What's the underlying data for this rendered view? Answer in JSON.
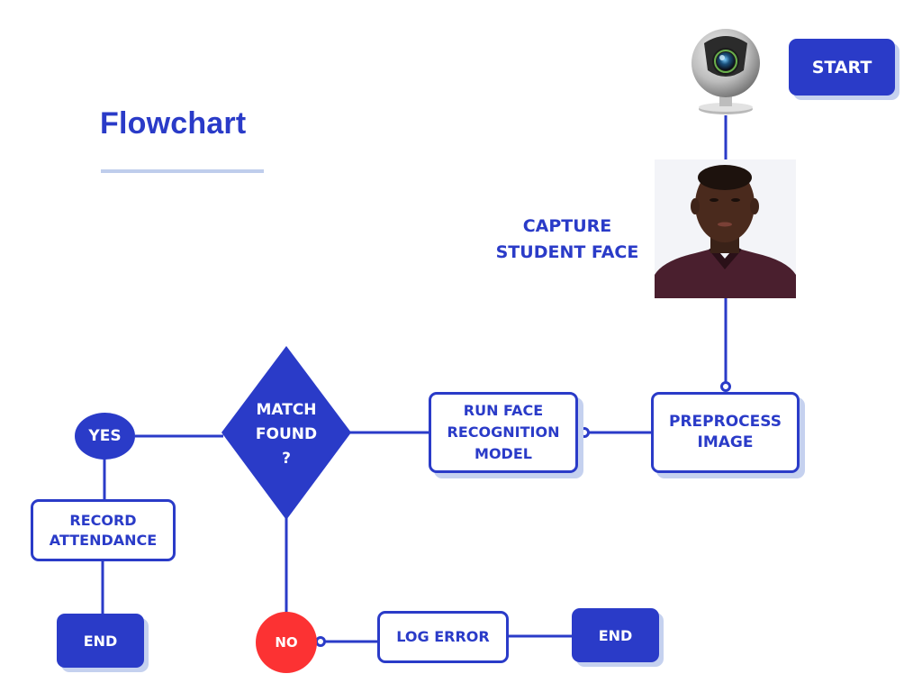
{
  "page": {
    "title": "Flowchart",
    "colors": {
      "primary": "#2a3bc8",
      "shadow": "#c5d1ef",
      "underline": "#bfcdec",
      "no": "#fc3233",
      "background": "#ffffff"
    }
  },
  "nodes": {
    "start": {
      "label": "START"
    },
    "webcam": {
      "icon": "webcam-icon"
    },
    "capture": {
      "label_line1": "CAPTURE",
      "label_line2": "STUDENT FACE",
      "image": "student-face-photo"
    },
    "preprocess": {
      "label_line1": "PREPROCESS",
      "label_line2": "IMAGE"
    },
    "recognition": {
      "label_line1": "RUN FACE",
      "label_line2": "RECOGNITION",
      "label_line3": "MODEL"
    },
    "decision": {
      "label_line1": "MATCH",
      "label_line2": "FOUND",
      "label_line3": "?"
    },
    "yes": {
      "label": "YES"
    },
    "record": {
      "label_line1": "RECORD",
      "label_line2": "ATTENDANCE"
    },
    "end_yes": {
      "label": "END"
    },
    "no": {
      "label": "NO"
    },
    "log_error": {
      "label": "LOG ERROR"
    },
    "end_no": {
      "label": "END"
    }
  },
  "edges": [
    {
      "from": "webcam",
      "to": "capture"
    },
    {
      "from": "capture",
      "to": "preprocess"
    },
    {
      "from": "preprocess",
      "to": "recognition"
    },
    {
      "from": "recognition",
      "to": "decision"
    },
    {
      "from": "decision",
      "to": "yes"
    },
    {
      "from": "yes",
      "to": "record"
    },
    {
      "from": "record",
      "to": "end_yes"
    },
    {
      "from": "decision",
      "to": "no"
    },
    {
      "from": "no",
      "to": "log_error"
    },
    {
      "from": "log_error",
      "to": "end_no"
    }
  ]
}
